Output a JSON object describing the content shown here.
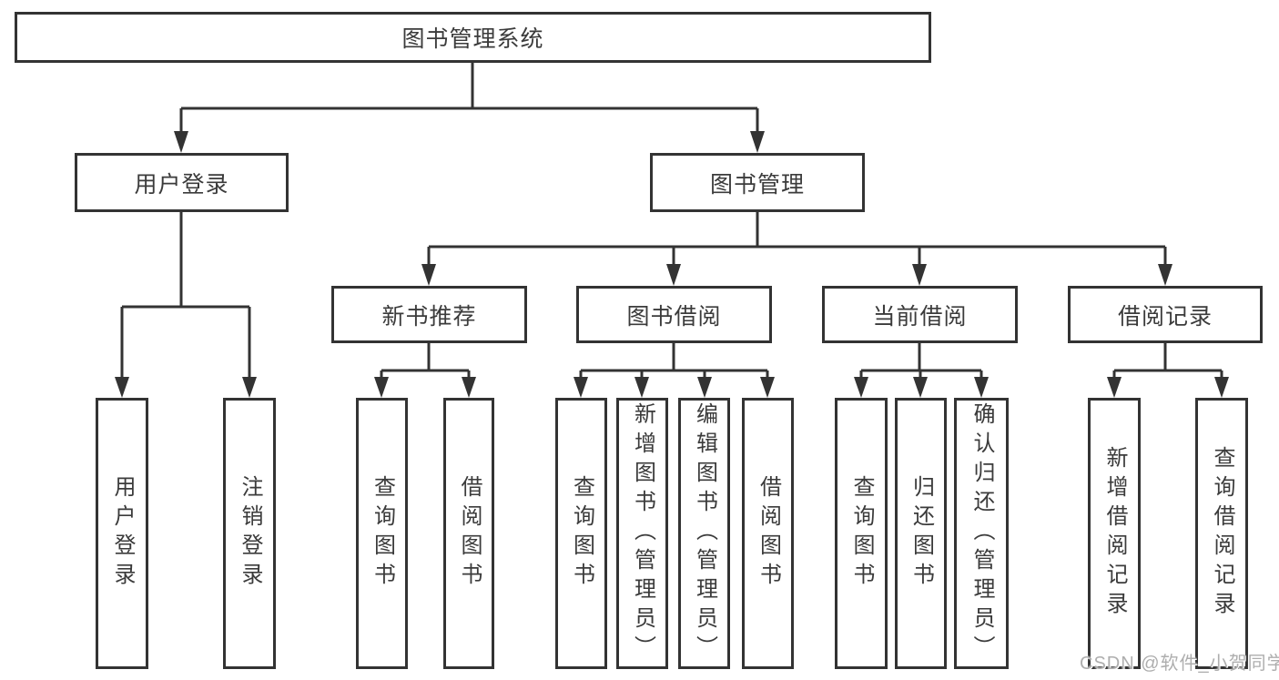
{
  "diagram": {
    "colors": {
      "line": "#333333",
      "text": "#3b3b3b",
      "box_bg": "#ffffff",
      "watermark": "#aeaeae"
    },
    "tree": {
      "label": "图书管理系统",
      "children": [
        {
          "label": "用户登录",
          "children": [
            {
              "label": "用户登录"
            },
            {
              "label": "注销登录"
            }
          ]
        },
        {
          "label": "图书管理",
          "children": [
            {
              "label": "新书推荐",
              "children": [
                {
                  "label": "查询图书"
                },
                {
                  "label": "借阅图书"
                }
              ]
            },
            {
              "label": "图书借阅",
              "children": [
                {
                  "label": "查询图书"
                },
                {
                  "label": "新增图书（管理员）"
                },
                {
                  "label": "编辑图书（管理员）"
                },
                {
                  "label": "借阅图书"
                }
              ]
            },
            {
              "label": "当前借阅",
              "children": [
                {
                  "label": "查询图书"
                },
                {
                  "label": "归还图书"
                },
                {
                  "label": "确认归还（管理员）"
                }
              ]
            },
            {
              "label": "借阅记录",
              "children": [
                {
                  "label": "新增借阅记录"
                },
                {
                  "label": "查询借阅记录"
                }
              ]
            }
          ]
        }
      ]
    },
    "watermark": "CSDN @软件_小贺同学"
  }
}
